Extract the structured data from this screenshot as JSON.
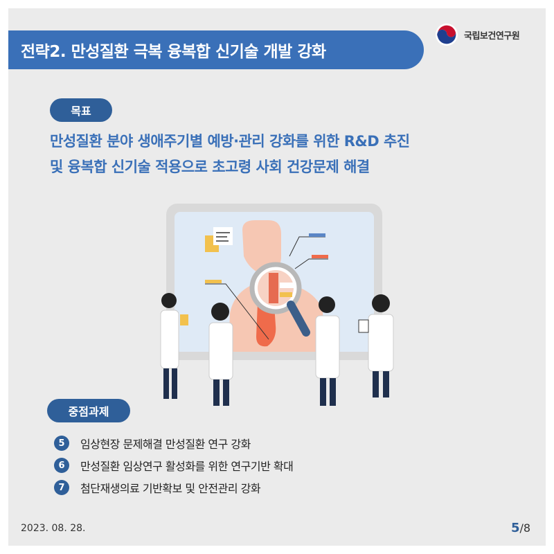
{
  "header": {
    "title": "전략2. 만성질환 극복 융복합 신기술 개발 강화",
    "org_name": "국립보건연구원",
    "logo_icon": "taegeuk-emblem-icon"
  },
  "goal": {
    "label": "목표",
    "lines": [
      "만성질환 분야 생애주기별 예방·관리 강화를 위한 R&D 추진",
      "및 융복합 신기술 적용으로 초고령 사회 건강문제 해결"
    ]
  },
  "focus": {
    "label": "중점과제",
    "items": [
      {
        "num": "5",
        "label": "임상현장 문제해결 만성질환 연구 강화"
      },
      {
        "num": "6",
        "label": "만성질환 임상연구 활성화를 위한 연구기반 확대"
      },
      {
        "num": "7",
        "label": "첨단재생의료 기반확보 및 안전관리 강화"
      }
    ]
  },
  "footer": {
    "date": "2023. 08. 28.",
    "page_current": "5",
    "page_total": "/8"
  },
  "colors": {
    "accent": "#3a70b8",
    "pill": "#2f5f99",
    "background": "#ebebeb"
  }
}
